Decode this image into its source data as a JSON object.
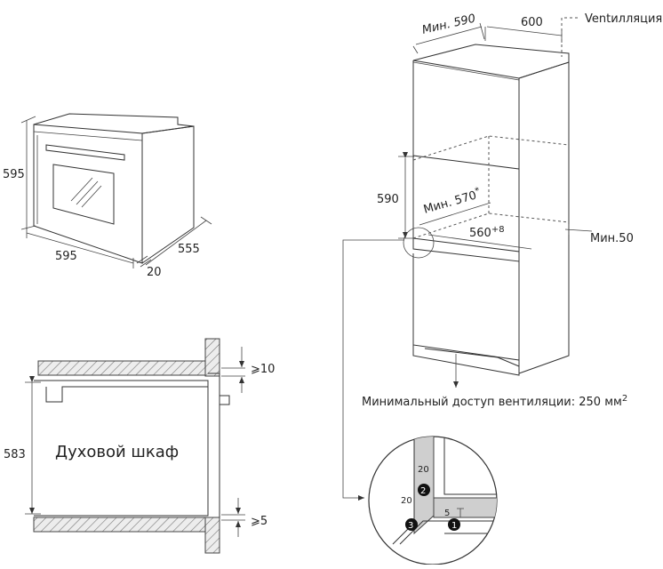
{
  "oven_iso": {
    "height": "595",
    "width": "595",
    "depth": "555",
    "door": "20"
  },
  "cabinet": {
    "min_width": "Мин. 590",
    "depth": "600",
    "ventilation": "Ventилляция",
    "niche_height": "590",
    "niche_min_depth": "Мин. 570",
    "niche_min_depth_mark": "*",
    "niche_width": "560",
    "niche_width_tol": "+8",
    "gap": "Мин.50",
    "vent_access": "Минимальный доступ вентиляции: 250 мм",
    "vent_access_sup": "2"
  },
  "section": {
    "label": "Духовой шкаф",
    "height": "583",
    "top_gap": "⩾10",
    "bottom_gap": "⩾5"
  },
  "detail": {
    "dim_a": "20",
    "dim_b": "20",
    "dim_c": "5",
    "marker_1": "1",
    "marker_2": "2",
    "marker_3": "3"
  }
}
